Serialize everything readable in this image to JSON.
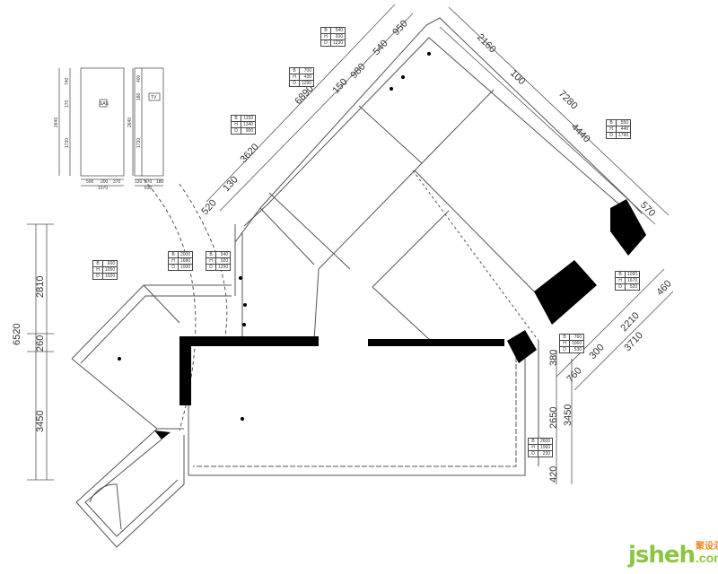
{
  "dimensions": {
    "left_total": "6520",
    "left_segments": [
      "2810",
      "260",
      "3450"
    ],
    "top_left_total": "6890",
    "top_left_segments": [
      "3620",
      "520",
      "130",
      "150",
      "980",
      "540",
      "950"
    ],
    "top_right_segments": [
      "2160",
      "100"
    ],
    "right_total": "7280",
    "right_segments": [
      "4440",
      "570"
    ],
    "lower_right_inner": [
      "460",
      "2210",
      "300",
      "760"
    ],
    "lower_right_total": "3710",
    "right_vertical": [
      "380",
      "2650",
      "420"
    ],
    "right_vertical_total": "3450"
  },
  "elevations": {
    "left": {
      "label": "SAS",
      "heights": [
        "740",
        "170",
        "1730"
      ],
      "total_height": "2640",
      "widths": [
        "500",
        "200",
        "370"
      ],
      "total_width": "1070"
    },
    "right": {
      "label": "TV",
      "heights": [
        "400",
        "180",
        "1730"
      ],
      "total_height": "2640",
      "widths": [
        "120",
        "370",
        "180"
      ],
      "total_width": "630"
    }
  },
  "spec_tables": [
    {
      "B": "540",
      "H": "930",
      "D": "1230"
    },
    {
      "B": "700",
      "H": "430",
      "D": "1290"
    },
    {
      "B": "1150",
      "H": "1340",
      "D": "900"
    },
    {
      "B": "550",
      "H": "440",
      "D": "1790"
    },
    {
      "B": "600",
      "H": "1050",
      "D": "1020"
    },
    {
      "B": "2000",
      "H": "1680",
      "D": "1000"
    },
    {
      "B": "540",
      "H": "920",
      "D": "1290"
    },
    {
      "B": "1090",
      "H": "1670",
      "D": "520"
    },
    {
      "B": "760",
      "H": "1060",
      "D": "530"
    },
    {
      "B": "2600",
      "H": "1960",
      "D": "230"
    }
  ],
  "watermark": {
    "brand": "jsheh",
    "suffix": ".com",
    "chinese": "聚设汇"
  }
}
